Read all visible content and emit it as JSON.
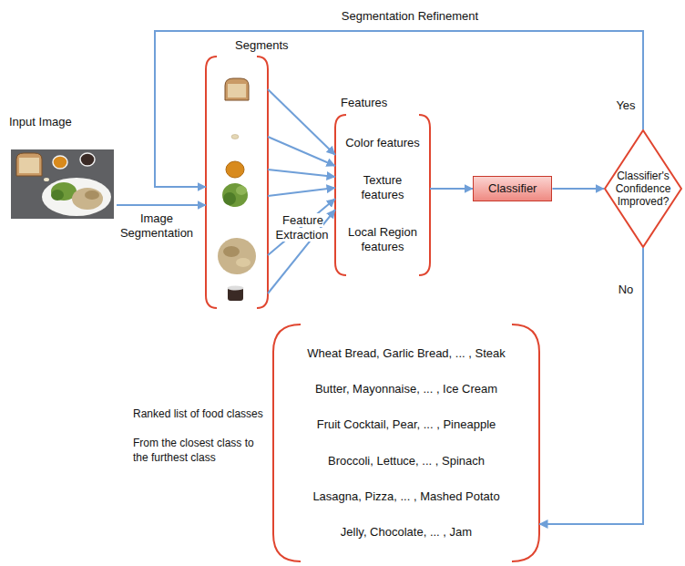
{
  "diagram": {
    "nodes": [
      {
        "text": [
          "Input Image"
        ]
      },
      {
        "text": [
          "Segments"
        ]
      },
      {
        "text": [
          "Features",
          "Color features",
          "Texture features",
          "Local Region features"
        ]
      },
      {
        "text": [
          "Classifier"
        ]
      },
      {
        "text": [
          "Classifier's Confidence Improved?"
        ]
      },
      {
        "text": [
          "Wheat Bread, Garlic Bread, ... , Steak",
          "Butter, Mayonnaise, ... , Ice Cream",
          "Fruit Cocktail, Pear, ... , Pineapple",
          "Broccoli, Lettuce, ... , Spinach",
          "Lasagna, Pizza, ... , Mashed Potato",
          "Jelly, Chocolate, ... , Jam"
        ]
      }
    ],
    "edges": [
      {
        "from": 0,
        "to": 1,
        "arrow": "to",
        "label": "Image Segmentation"
      },
      {
        "from": 1,
        "to": 2,
        "arrow": "to",
        "label": "Feature Extraction"
      },
      {
        "from": 2,
        "to": 3,
        "arrow": "to"
      },
      {
        "from": 3,
        "to": 4,
        "arrow": "to"
      },
      {
        "from": 4,
        "to": 1,
        "arrow": "to",
        "label": "Yes"
      },
      {
        "from": 4,
        "to": 5,
        "arrow": "to",
        "label": "No"
      }
    ],
    "labels": [
      "Segmentation Refinement",
      "Ranked list of food classes",
      "From the closest class to the furthest class"
    ]
  }
}
